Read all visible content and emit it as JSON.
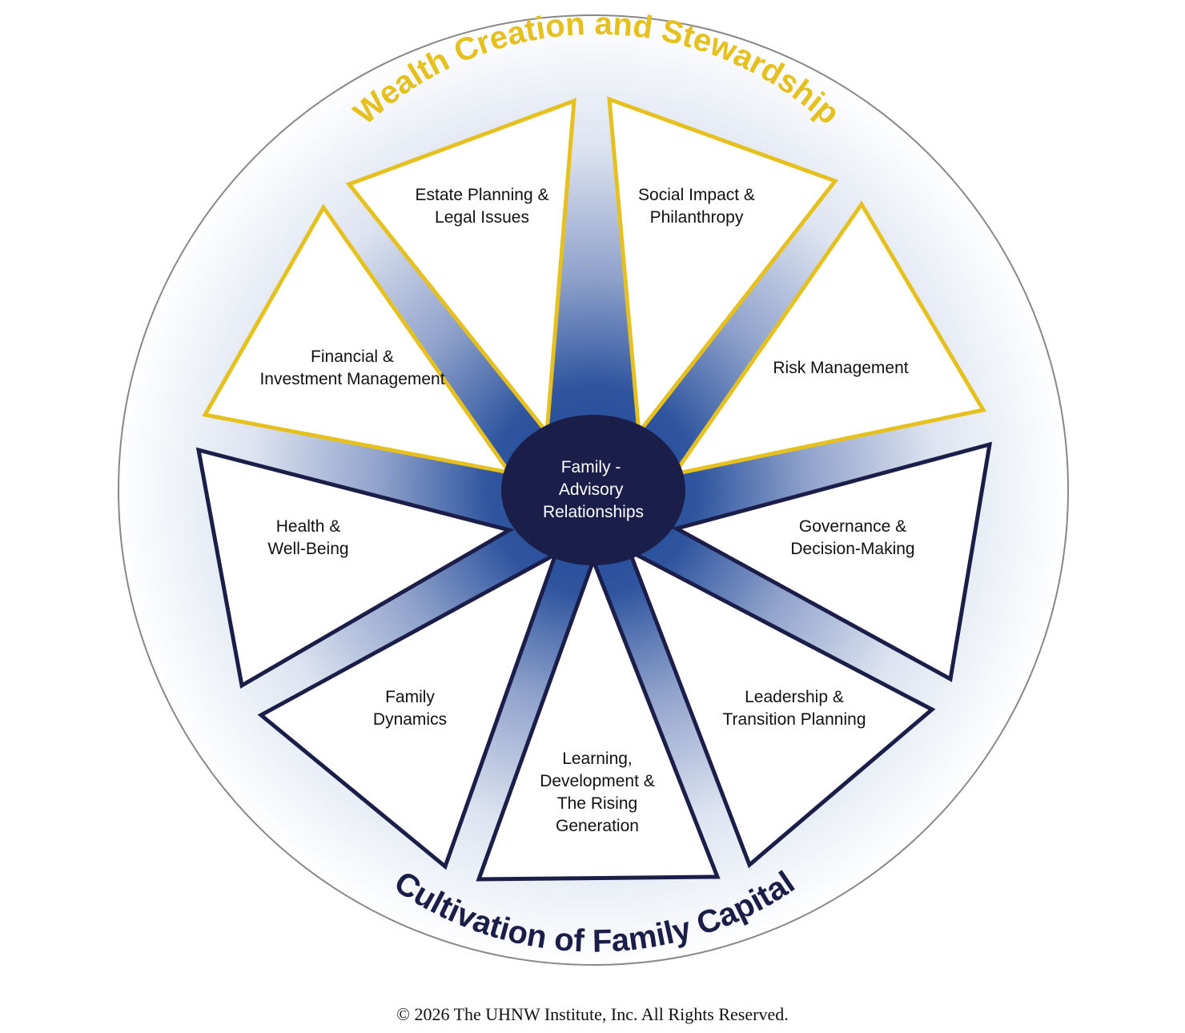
{
  "diagram": {
    "top_arc_title": "Wealth Creation and Stewardship",
    "bottom_arc_title": "Cultivation of Family Capital",
    "center": {
      "lines": [
        "Family -",
        "Advisory",
        "Relationships"
      ]
    },
    "segments": [
      {
        "id": "estate",
        "group": "wealth",
        "lines": [
          "Estate Planning &",
          "Legal Issues"
        ]
      },
      {
        "id": "social",
        "group": "wealth",
        "lines": [
          "Social Impact &",
          "Philanthropy"
        ]
      },
      {
        "id": "risk",
        "group": "wealth",
        "lines": [
          "Risk Management"
        ]
      },
      {
        "id": "governance",
        "group": "family",
        "lines": [
          "Governance &",
          "Decision-Making"
        ]
      },
      {
        "id": "leadership",
        "group": "family",
        "lines": [
          "Leadership &",
          "Transition Planning"
        ]
      },
      {
        "id": "learning",
        "group": "family",
        "lines": [
          "Learning,",
          "Development &",
          "The Rising",
          "Generation"
        ]
      },
      {
        "id": "dynamics",
        "group": "family",
        "lines": [
          "Family",
          "Dynamics"
        ]
      },
      {
        "id": "health",
        "group": "family",
        "lines": [
          "Health &",
          "Well-Being"
        ]
      },
      {
        "id": "financial",
        "group": "wealth",
        "lines": [
          "Financial &",
          "Investment Management"
        ]
      }
    ],
    "colors": {
      "wealth_outline": "#e6c01e",
      "family_outline": "#1c1e4a",
      "center_fill": "#1c1e4a",
      "spoke_dark": "#2a4f9a",
      "spoke_light": "#e9ecf5",
      "rim": "#888888"
    }
  },
  "footer": {
    "copyright": "© 2026 The UHNW Institute, Inc.  All Rights Reserved."
  }
}
